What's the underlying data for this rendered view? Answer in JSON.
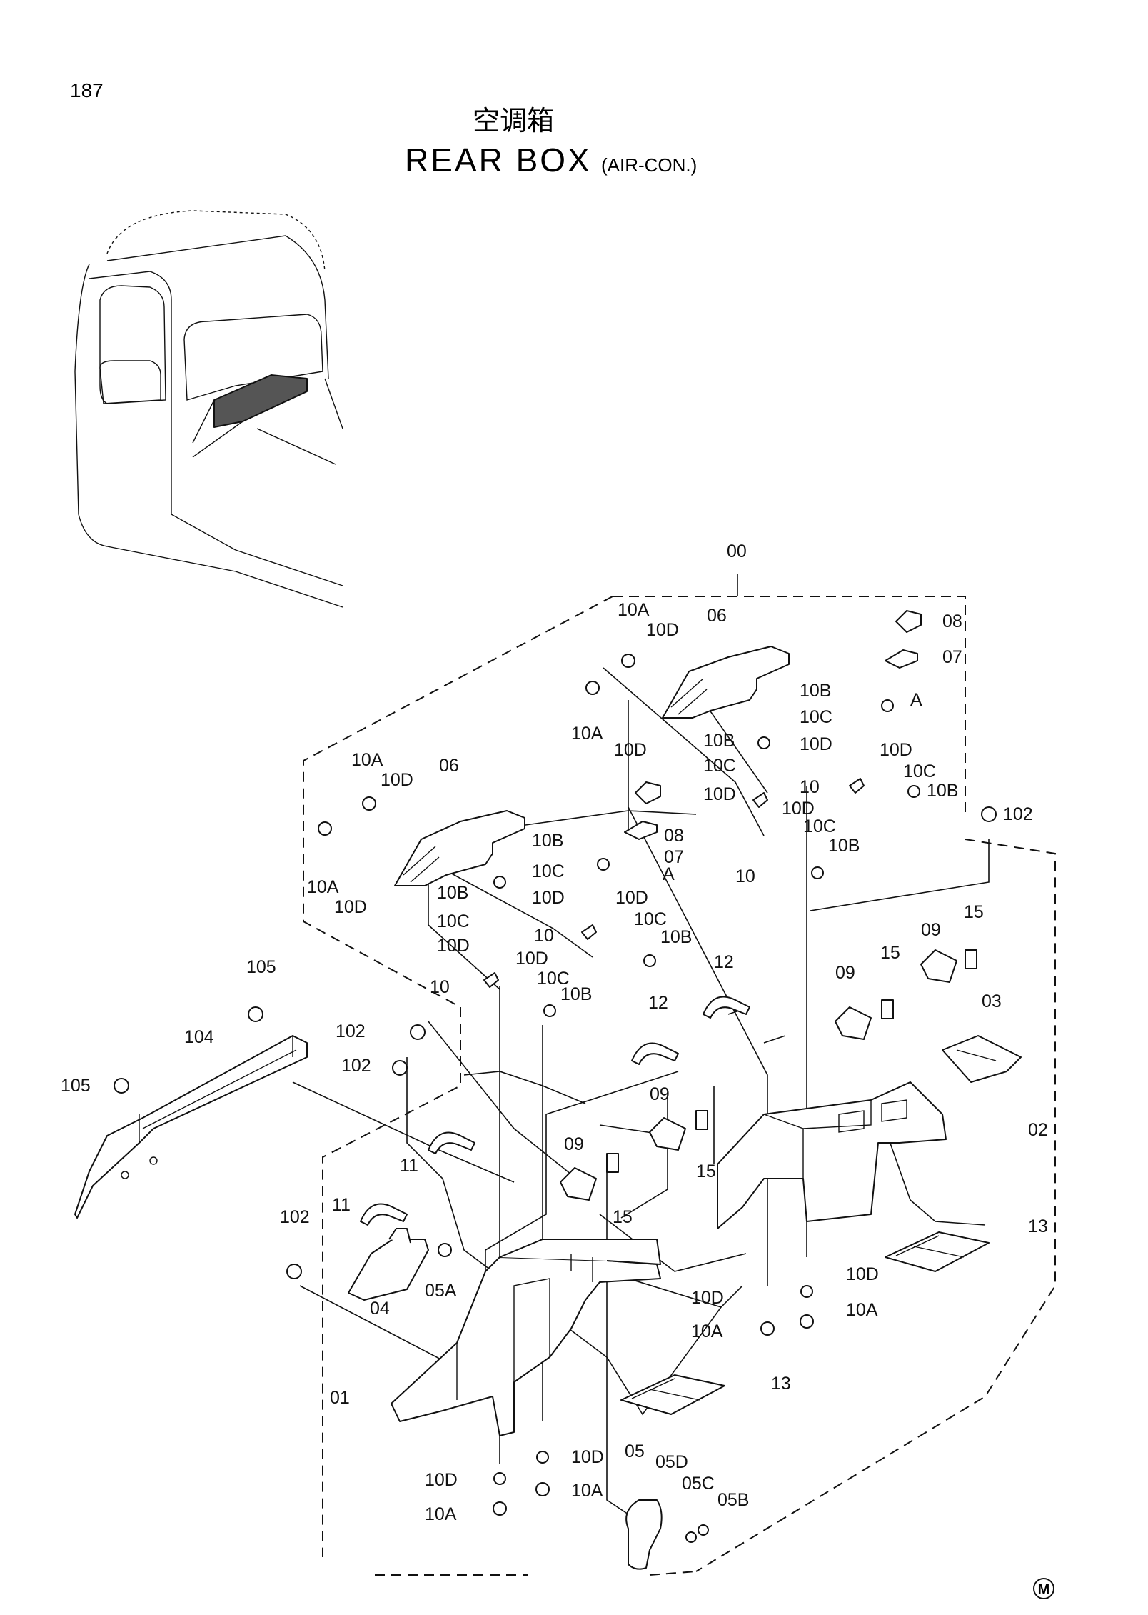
{
  "page_number": "187",
  "title_cn": "空调箱",
  "title_en": "REAR BOX",
  "title_sub": "(AIR-CON.)",
  "mark": "M",
  "callouts": {
    "assembly": "00",
    "c01": "01",
    "c02": "02",
    "c03": "03",
    "c04": "04",
    "c05": "05",
    "c05A": "05A",
    "c05B": "05B",
    "c05C": "05C",
    "c05D": "05D",
    "c06": "06",
    "c07": "07",
    "c08": "08",
    "c09": "09",
    "c10": "10",
    "c10A": "10A",
    "c10B": "10B",
    "c10C": "10C",
    "c10D": "10D",
    "c11": "11",
    "c12": "12",
    "c13": "13",
    "c15": "15",
    "c102": "102",
    "c104": "104",
    "c105": "105",
    "refA": "A"
  }
}
